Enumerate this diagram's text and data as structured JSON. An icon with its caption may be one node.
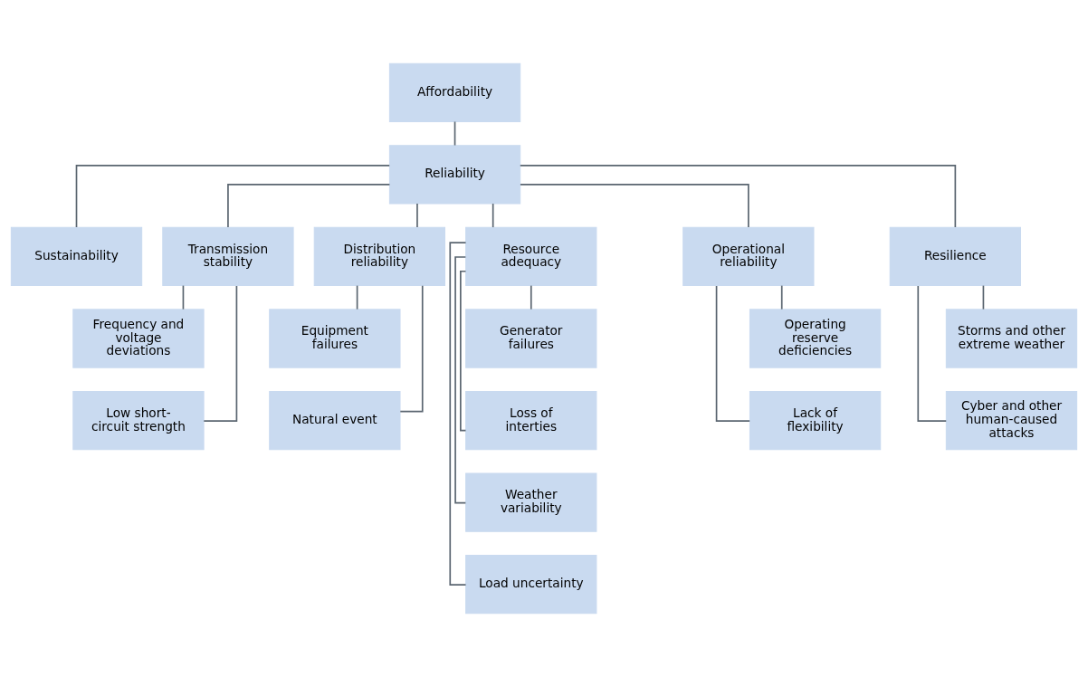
{
  "diagram": {
    "nodes": [
      {
        "text": [
          "Affordability"
        ]
      },
      {
        "text": [
          "Reliability"
        ]
      },
      {
        "text": [
          "Sustainability"
        ]
      },
      {
        "text": [
          "Transmission stability"
        ]
      },
      {
        "text": [
          "Distribution reliability"
        ]
      },
      {
        "text": [
          "Resource adequacy"
        ]
      },
      {
        "text": [
          "Operational reliability"
        ]
      },
      {
        "text": [
          "Resilience"
        ]
      },
      {
        "text": [
          "Frequency and voltage deviations"
        ]
      },
      {
        "text": [
          "Low short-circuit strength"
        ]
      },
      {
        "text": [
          "Equipment failures"
        ]
      },
      {
        "text": [
          "Natural event"
        ]
      },
      {
        "text": [
          "Generator failures"
        ]
      },
      {
        "text": [
          "Loss of interties"
        ]
      },
      {
        "text": [
          "Weather variability"
        ]
      },
      {
        "text": [
          "Load uncertainty"
        ]
      },
      {
        "text": [
          "Operating reserve deficiencies"
        ]
      },
      {
        "text": [
          "Lack of flexibility"
        ]
      },
      {
        "text": [
          "Storms and other extreme weather"
        ]
      },
      {
        "text": [
          "Cyber and other human-caused attacks"
        ]
      }
    ],
    "edges": [
      {
        "from": 0,
        "to": 1,
        "arrow": "none"
      },
      {
        "from": 1,
        "to": 2,
        "arrow": "none"
      },
      {
        "from": 1,
        "to": 3,
        "arrow": "none"
      },
      {
        "from": 1,
        "to": 4,
        "arrow": "none"
      },
      {
        "from": 1,
        "to": 5,
        "arrow": "none"
      },
      {
        "from": 1,
        "to": 6,
        "arrow": "none"
      },
      {
        "from": 1,
        "to": 7,
        "arrow": "none"
      },
      {
        "from": 3,
        "to": 8,
        "arrow": "none"
      },
      {
        "from": 3,
        "to": 9,
        "arrow": "none"
      },
      {
        "from": 4,
        "to": 10,
        "arrow": "none"
      },
      {
        "from": 4,
        "to": 11,
        "arrow": "none"
      },
      {
        "from": 5,
        "to": 12,
        "arrow": "none"
      },
      {
        "from": 5,
        "to": 13,
        "arrow": "none"
      },
      {
        "from": 5,
        "to": 14,
        "arrow": "none"
      },
      {
        "from": 5,
        "to": 15,
        "arrow": "none"
      },
      {
        "from": 6,
        "to": 16,
        "arrow": "none"
      },
      {
        "from": 6,
        "to": 17,
        "arrow": "none"
      },
      {
        "from": 7,
        "to": 18,
        "arrow": "none"
      },
      {
        "from": 7,
        "to": 19,
        "arrow": "none"
      }
    ]
  }
}
